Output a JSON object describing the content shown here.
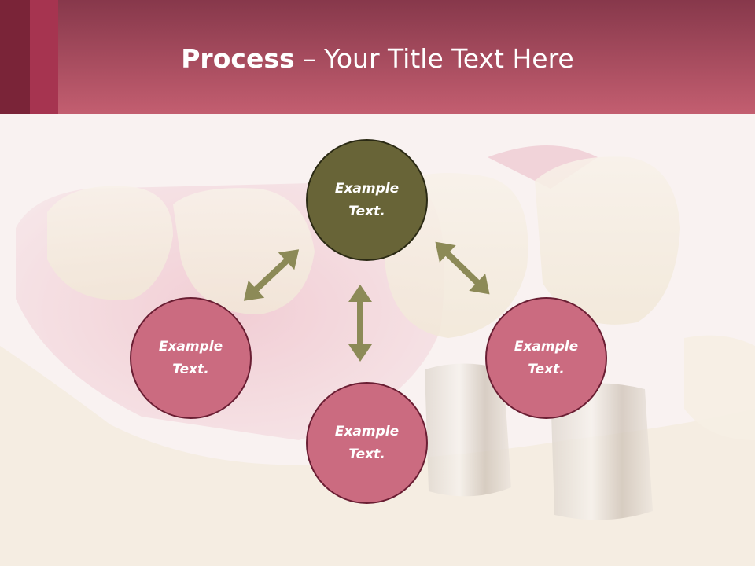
{
  "slide": {
    "title_bold": "Process",
    "title_rest": " – Your Title Text Here"
  },
  "nodes": {
    "top": "Example Text.",
    "left": "Example Text.",
    "bottom": "Example Text.",
    "right": "Example Text."
  },
  "colors": {
    "header": "#c35e70",
    "node_pink": "#cb6b80",
    "node_olive": "#686437",
    "arrow": "#8c8a57"
  },
  "background_image": "dental-crowns-photo"
}
